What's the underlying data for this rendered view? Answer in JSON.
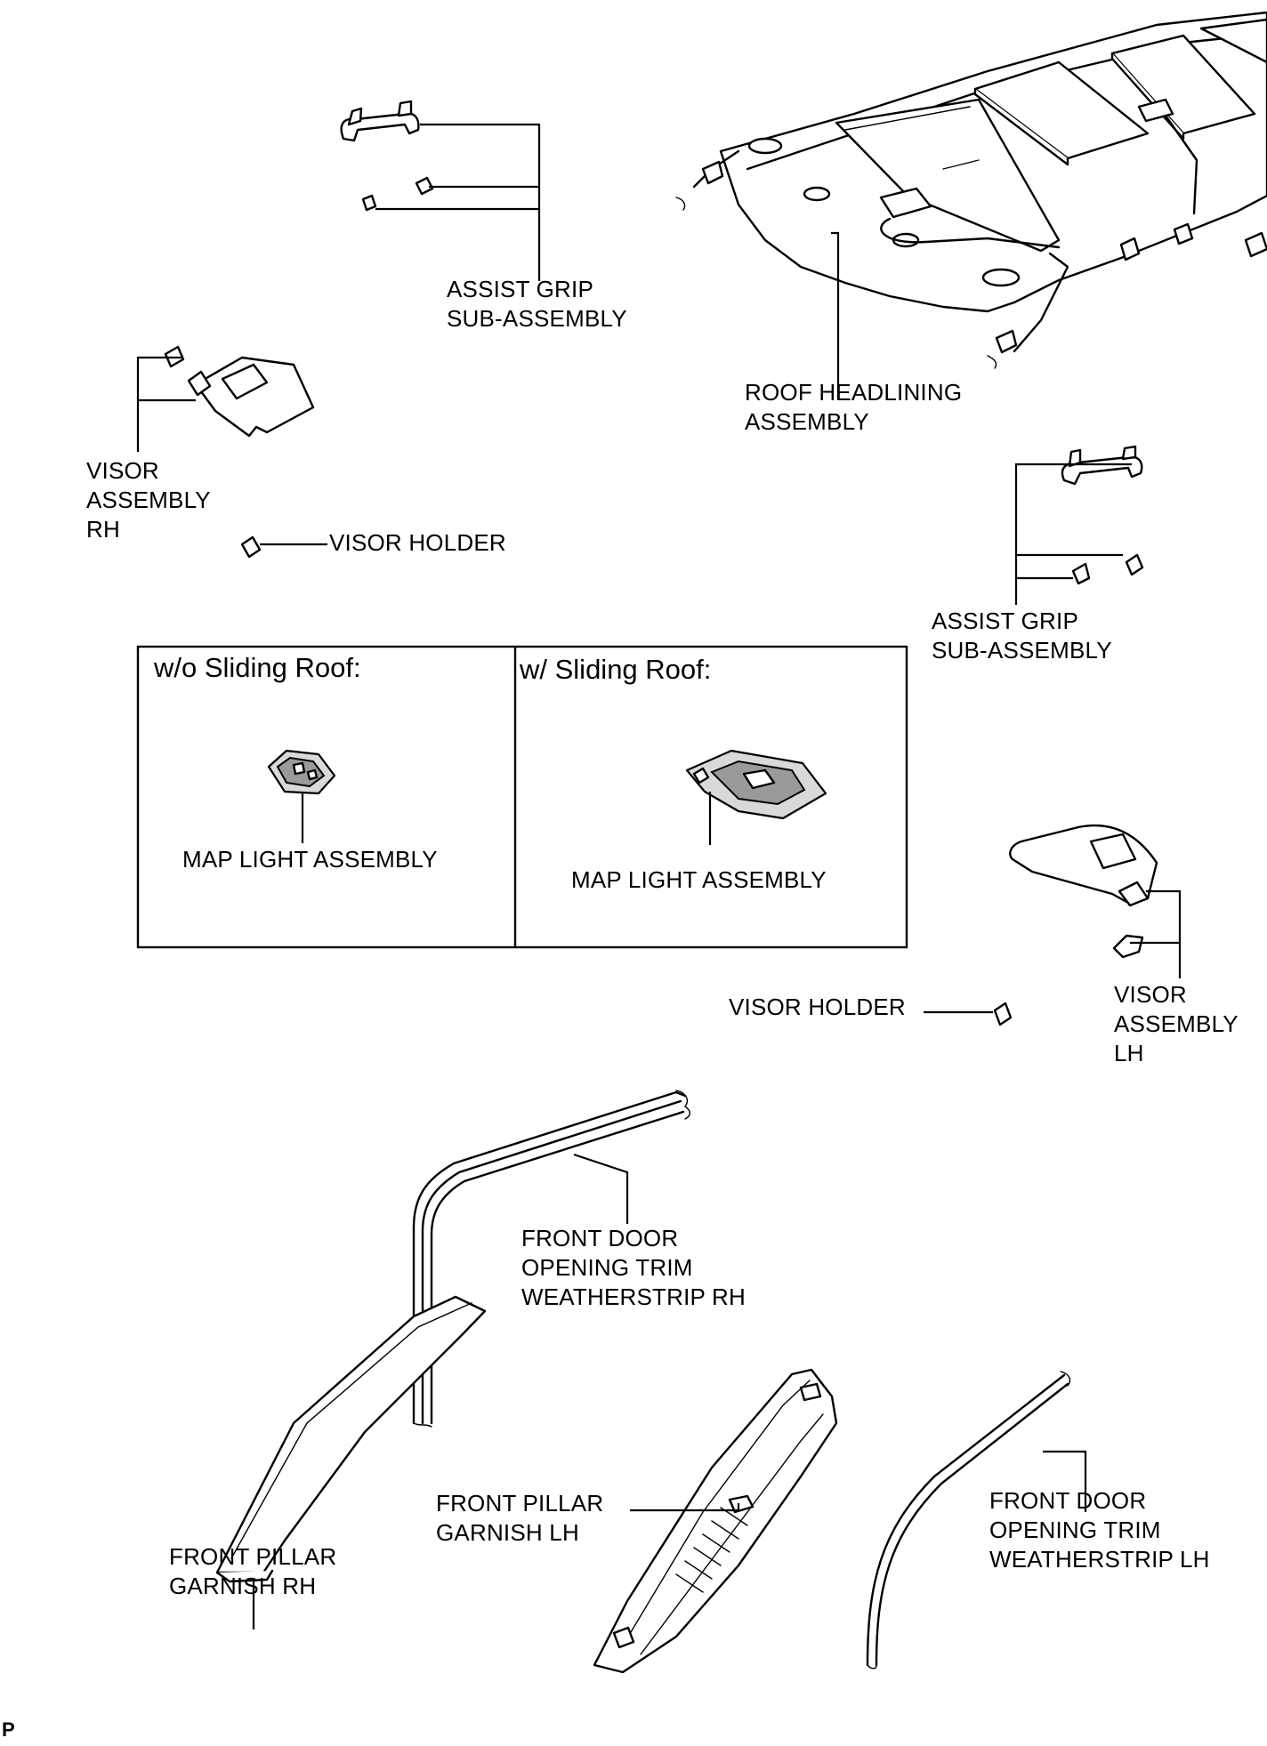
{
  "figure": {
    "code": "P"
  },
  "labels": {
    "assist_grip_rh": "ASSIST GRIP\nSUB-ASSEMBLY",
    "roof_headlining": "ROOF HEADLINING\nASSEMBLY",
    "visor_rh": "VISOR\nASSEMBLY\nRH",
    "visor_holder_rh": "VISOR HOLDER",
    "assist_grip_lh": "ASSIST GRIP\nSUB-ASSEMBLY",
    "visor_holder_lh": "VISOR HOLDER",
    "visor_lh": "VISOR\nASSEMBLY\nLH",
    "door_trim_rh": "FRONT DOOR\nOPENING TRIM\nWEATHERSTRIP RH",
    "pillar_rh": "FRONT PILLAR\nGARNISH RH",
    "pillar_lh": "FRONT PILLAR\nGARNISH LH",
    "door_trim_lh": "FRONT DOOR\nOPENING TRIM\nWEATHERSTRIP LH"
  },
  "map_light_box": {
    "left_header": "w/o Sliding Roof:",
    "right_header": "w/ Sliding Roof:",
    "left_label": "MAP LIGHT ASSEMBLY",
    "right_label": "MAP LIGHT ASSEMBLY"
  }
}
